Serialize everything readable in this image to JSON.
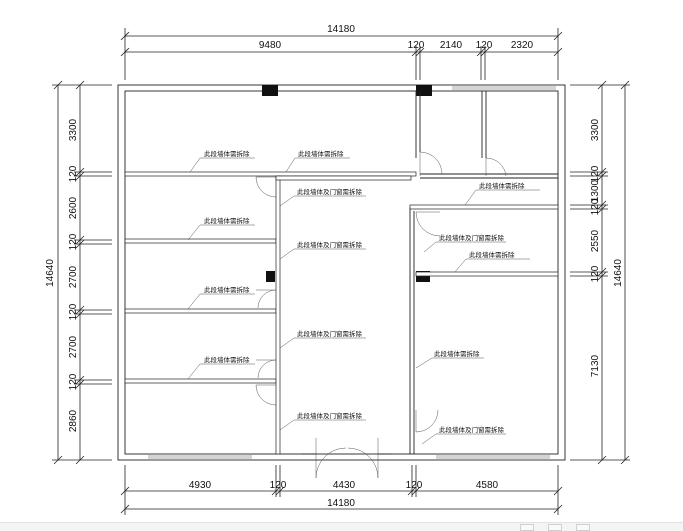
{
  "dims": {
    "top_total": "14180",
    "top_segments": [
      "9480",
      "120",
      "2140",
      "120",
      "2320"
    ],
    "bottom_segments": [
      "4930",
      "120",
      "4430",
      "120",
      "4580"
    ],
    "bottom_total": "14180",
    "left_total": "14640",
    "left_segments": [
      "3300",
      "120",
      "2600",
      "120",
      "2700",
      "120",
      "2700",
      "120",
      "2860"
    ],
    "right_total": "14640",
    "right_segments": [
      "3300",
      "120",
      "1300",
      "120",
      "2550",
      "120",
      "7130"
    ]
  },
  "notes": {
    "wall_demolish": "此段墙体需拆除",
    "wall_door_demolish": "此段墙体及门窗需拆除"
  }
}
